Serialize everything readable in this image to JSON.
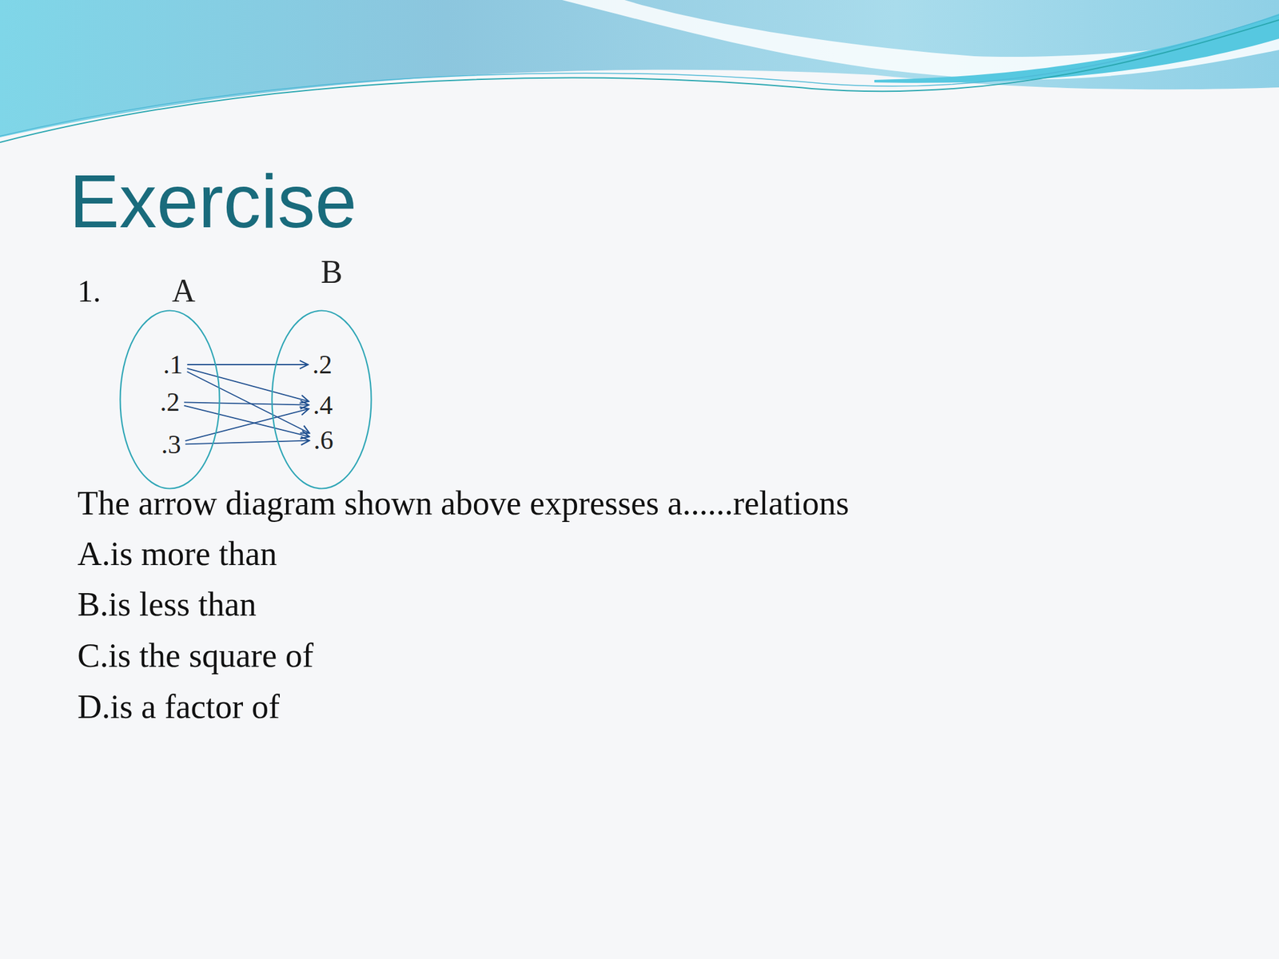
{
  "diagram": {
    "title": "Exercise",
    "nodes": [
      {
        "text": [
          "A"
        ]
      },
      {
        "text": [
          ".1"
        ],
        "in": 0
      },
      {
        "text": [
          ".2"
        ],
        "in": 0
      },
      {
        "text": [
          ".3"
        ],
        "in": 0
      },
      {
        "text": [
          "B"
        ]
      },
      {
        "text": [
          ".2"
        ],
        "in": 4
      },
      {
        "text": [
          ".4"
        ],
        "in": 4
      },
      {
        "text": [
          ".6"
        ],
        "in": 4
      }
    ],
    "edges": [
      {
        "from": 1,
        "to": 5,
        "arrow": "to"
      },
      {
        "from": 1,
        "to": 6,
        "arrow": "to"
      },
      {
        "from": 1,
        "to": 7,
        "arrow": "to"
      },
      {
        "from": 2,
        "to": 6,
        "arrow": "to"
      },
      {
        "from": 2,
        "to": 7,
        "arrow": "to"
      },
      {
        "from": 3,
        "to": 6,
        "arrow": "to"
      },
      {
        "from": 3,
        "to": 7,
        "arrow": "to"
      }
    ],
    "labels": [
      "1.",
      "The arrow diagram shown above expresses a......relations",
      "A.is more than",
      "B.is less than",
      "C.is the square of",
      "D.is a factor of"
    ]
  }
}
